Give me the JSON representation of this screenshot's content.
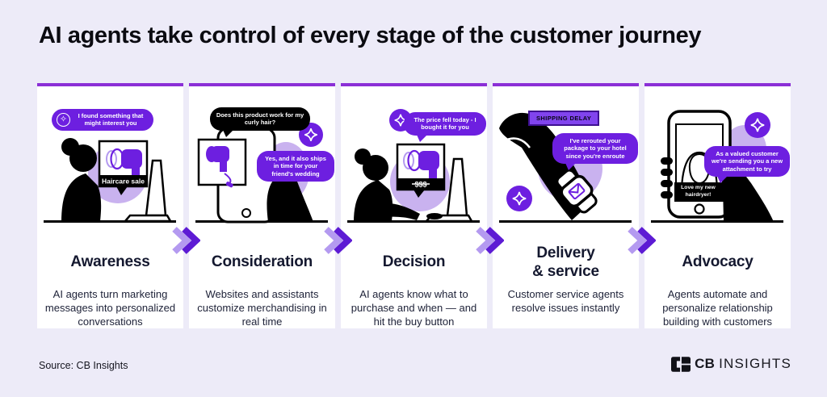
{
  "header": {
    "title": "AI agents take control of every stage of the customer journey"
  },
  "icons": {
    "sparkle": "✧"
  },
  "colors": {
    "background": "#edebf8",
    "card": "#ffffff",
    "card_top_border": "#8b2fd6",
    "accent_purple": "#6d1fe0",
    "light_purple": "#c9b2ef",
    "chevron_front": "#5d1bd4",
    "chevron_back": "#b49af0",
    "title_text": "#14182f"
  },
  "stages": [
    {
      "title": "Awareness",
      "description": "AI agents turn marketing messages into personalized conversations",
      "bubble": "I found something that might interest you",
      "ad_label": "Haircare sale"
    },
    {
      "title": "Consideration",
      "description": "Websites and assistants customize merchandising in real time",
      "question_bubble": "Does this product work for my curly hair?",
      "answer_bubble": "Yes, and it also ships in time for your friend's wedding"
    },
    {
      "title": "Decision",
      "description": "AI agents know what to purchase and when — and hit the buy button",
      "bubble": "The price fell today - I bought it for you",
      "ad_label": "$$$"
    },
    {
      "title_line1": "Delivery",
      "title_line2": "& service",
      "description": "Customer service agents resolve issues instantly",
      "tag": "SHIPPING DELAY",
      "bubble": "I've rerouted your package to your hotel since you're enroute"
    },
    {
      "title": "Advocacy",
      "description": "Agents automate and personalize relationship building with customers",
      "bubble": "As a valued customer we're sending you a new attachment to try",
      "phone_label": "Love my new hairdryer!"
    }
  ],
  "footer": {
    "source": "Source: CB Insights",
    "logo_cb": "CB",
    "logo_insights": "INSIGHTS"
  }
}
